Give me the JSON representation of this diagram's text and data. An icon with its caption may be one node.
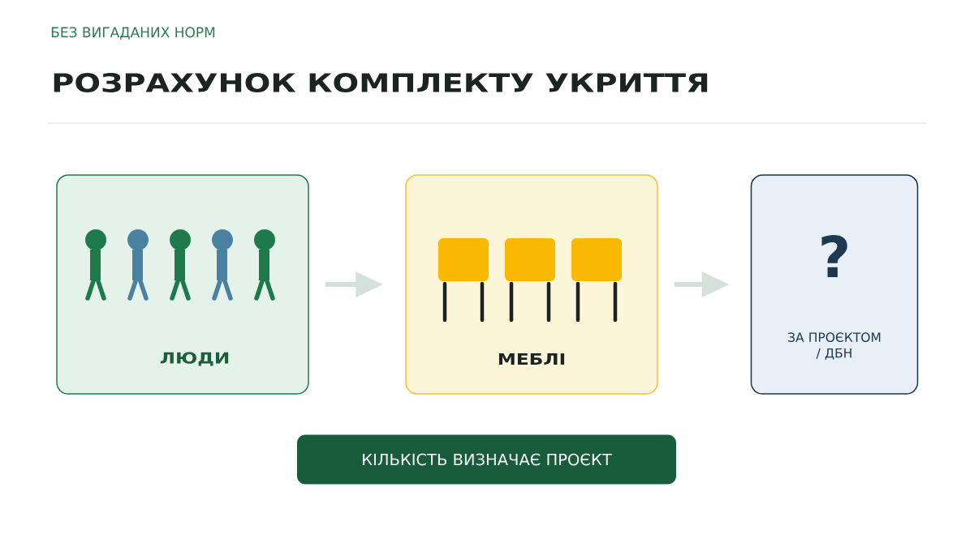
{
  "diagram": {
    "title": "РОЗРАХУНОК КОМПЛЕКТУ УКРИТТЯ",
    "nodes": [
      {
        "text": [
          "ЛЮДИ"
        ]
      },
      {
        "text": [
          "МЕБЛІ"
        ]
      },
      {
        "text": [
          "?",
          "ЗА ПРОЄКТОМ / ДБН"
        ]
      },
      {
        "text": [
          "КІЛЬКІСТЬ ВИЗНАЧАЄ ПРОЄКТ"
        ]
      }
    ],
    "edges": [
      {
        "from": 0,
        "to": 1,
        "arrow": "to"
      },
      {
        "from": 1,
        "to": 2,
        "arrow": "to"
      }
    ],
    "labels": [
      "БЕЗ ВИГАДАНИХ НОРМ"
    ]
  }
}
